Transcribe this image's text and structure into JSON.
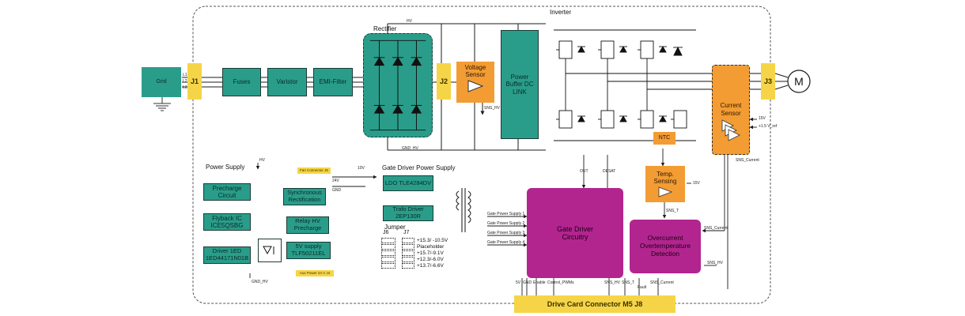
{
  "blocks": {
    "grid": "Grid",
    "j1": "J1",
    "fuses": "Fuses",
    "varistor": "Varistor",
    "emi_filter": "EMI-Filter",
    "rectifier": "Rectifier",
    "j2": "J2",
    "voltage_sensor": "Voltage Sensor",
    "power_buffer": "Power Buffer DC LINK",
    "inverter": "Inverter",
    "ntc": "NTC",
    "current_sensor": "Current Sensor",
    "j3": "J3",
    "motor": "M",
    "temp_sensing": "Temp. Sensing",
    "gate_driver_circuitry": "Gate Driver Circuitry",
    "overcurrent_detection": "Overcurrent Overtemperature Detection",
    "drive_card_connector": "Drive Card Connector M5 J8"
  },
  "power_supply": {
    "title": "Power Supply",
    "precharge_circuit": "Precharge Circuit",
    "flyback_ic": "Flyback IC ICE5QSBG",
    "driver_1ed": "Driver 1ED 1ED44171N01B",
    "synchronous_rectification": "Synchronous Rectification",
    "relay_hv_precharge": "Relay HV Precharge",
    "supply_5v": "5V supply TLF50211EL",
    "fan_connector": "Fan Connector J5",
    "aux_power": "Aux Power 24 V J4"
  },
  "gate_driver_power_supply": {
    "title": "Gate Driver Power Supply",
    "ldo": "LDO TLE4284DV",
    "trafo_driver": "Trafo Driver 2EP130R",
    "jumper_title": "Jumper",
    "col_j6": "J6",
    "col_j7": "J7",
    "jumper_rows": [
      "+15.3/ -10.5V",
      "Placeholder",
      "+15.7/-9.1V",
      "+12.3/-6.0V",
      "+13.7/-6.6V"
    ]
  },
  "signals": {
    "hv": "HV",
    "sns_hv": "SNS_HV",
    "gnd_hv": "GND_HV",
    "v10": "10V",
    "v24": "24V",
    "gnd": "GND",
    "v15": "15V",
    "vref": "+1.5 V_ref",
    "sns_current": "SNS_Current",
    "sns_t": "SNS_T",
    "out": "OUT",
    "desat": "DESAT",
    "fault": "Fault",
    "enable": "Enable",
    "control_pwms": "Control_PWMs",
    "v5": "5V",
    "l1": "L1",
    "l2": "L2",
    "l3": "L3",
    "gps1": "Gate Power Supply 1",
    "gps2": "Gate Power Supply 2",
    "gps3": "Gate Power Supply 3",
    "gps4": "Gate Power Supply 4"
  },
  "colors": {
    "teal": "#2a9d8a",
    "yellow": "#f5d547",
    "orange": "#f39c34",
    "magenta": "#b2258f",
    "wire": "#1b1b1b"
  }
}
